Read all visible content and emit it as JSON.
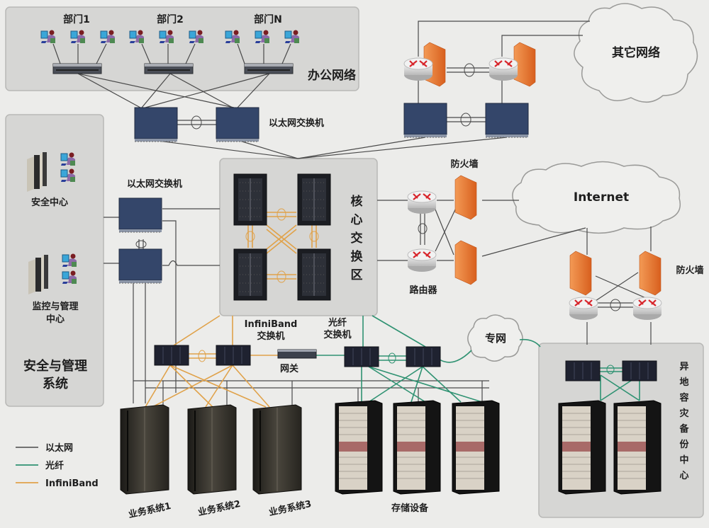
{
  "title": "网络拓扑图",
  "zones": {
    "office": {
      "label": "办公网络",
      "departments": [
        "部门1",
        "部门2",
        "部门N"
      ]
    },
    "security": {
      "label": "安全与管理系统",
      "label_line1": "安全与管理",
      "label_line2": "系统",
      "security_center": "安全中心",
      "monitor_line1": "监控与管理",
      "monitor_line2": "中心"
    },
    "core": {
      "label_chars": [
        "核",
        "心",
        "交",
        "换",
        "区"
      ]
    },
    "backup": {
      "label_chars": [
        "异",
        "地",
        "容",
        "灾",
        "备",
        "份",
        "中",
        "心"
      ]
    }
  },
  "clouds": {
    "other": "其它网络",
    "internet": "Internet",
    "private": "专网"
  },
  "labels": {
    "eth_switch_top": "以太网交换机",
    "eth_switch_left": "以太网交换机",
    "firewall_top": "防火墙",
    "firewall_right": "防火墙",
    "router": "路由器",
    "ib_switch_line1": "InfiniBand",
    "ib_switch_line2": "交换机",
    "fiber_switch_line1": "光纤",
    "fiber_switch_line2": "交换机",
    "gateway": "网关",
    "biz1": "业务系统1",
    "biz2": "业务系统2",
    "biz3": "业务系统3",
    "storage": "存储设备"
  },
  "legend": [
    {
      "label": "以太网",
      "color": "#4a4a4a"
    },
    {
      "label": "光纤",
      "color": "#2f9272"
    },
    {
      "label": "InfiniBand",
      "color": "#e0a24a"
    }
  ],
  "colors": {
    "ethernet": "#4a4a4a",
    "fiber": "#2f9272",
    "infiniband": "#e0a24a",
    "firewall": "#e8782f",
    "router_arrow": "#d8262c",
    "switch": "#34466a"
  }
}
